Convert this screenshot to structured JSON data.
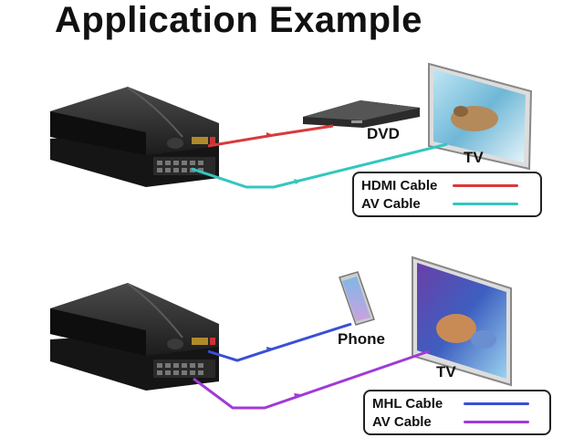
{
  "title": "Application Example",
  "top": {
    "dvd_label": "DVD",
    "tv_label": "TV",
    "legend": [
      {
        "label": "HDMI Cable",
        "color": "#d83a3a"
      },
      {
        "label": "AV Cable",
        "color": "#33c6c0"
      }
    ]
  },
  "bottom": {
    "phone_label": "Phone",
    "tv_label": "TV",
    "legend": [
      {
        "label": "MHL Cable",
        "color": "#3a4fd6"
      },
      {
        "label": "AV Cable",
        "color": "#a03ad8"
      }
    ]
  }
}
